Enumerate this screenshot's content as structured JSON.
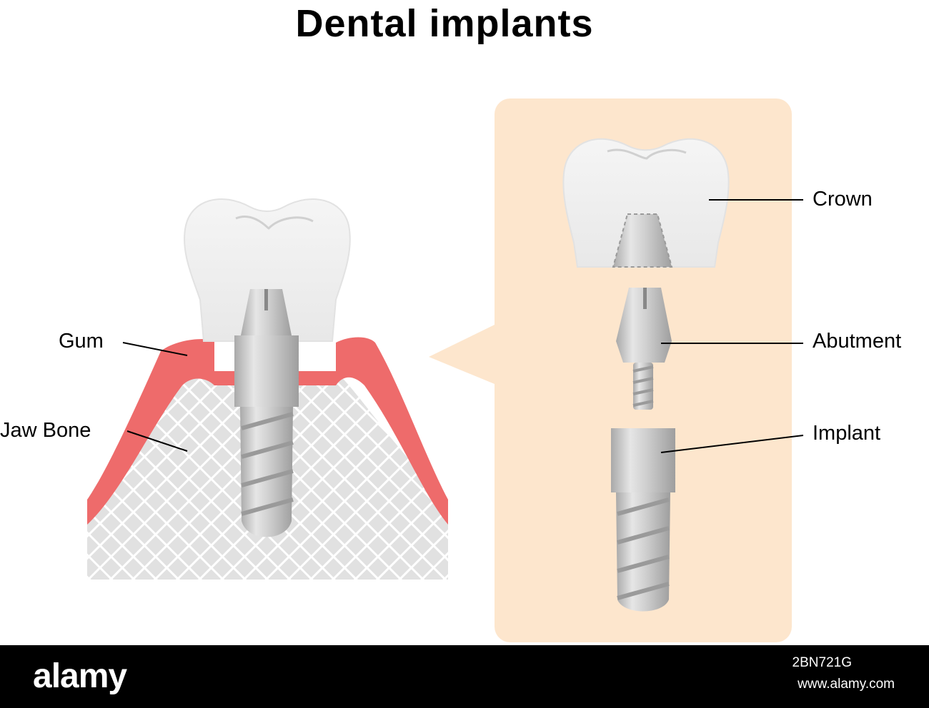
{
  "title": "Dental implants",
  "labels": {
    "gum": "Gum",
    "jaw_bone": "Jaw Bone",
    "crown": "Crown",
    "abutment": "Abutment",
    "implant": "Implant"
  },
  "colors": {
    "gum": "#ee6b6b",
    "bone_fill": "#e1e1e1",
    "bone_mesh": "#ffffff",
    "tooth": "#ececec",
    "metal": "#c9c9c9",
    "panel": "#fde6cd"
  },
  "footer": {
    "brand": "alamy",
    "image_id": "2BN721G",
    "url": "www.alamy.com"
  }
}
